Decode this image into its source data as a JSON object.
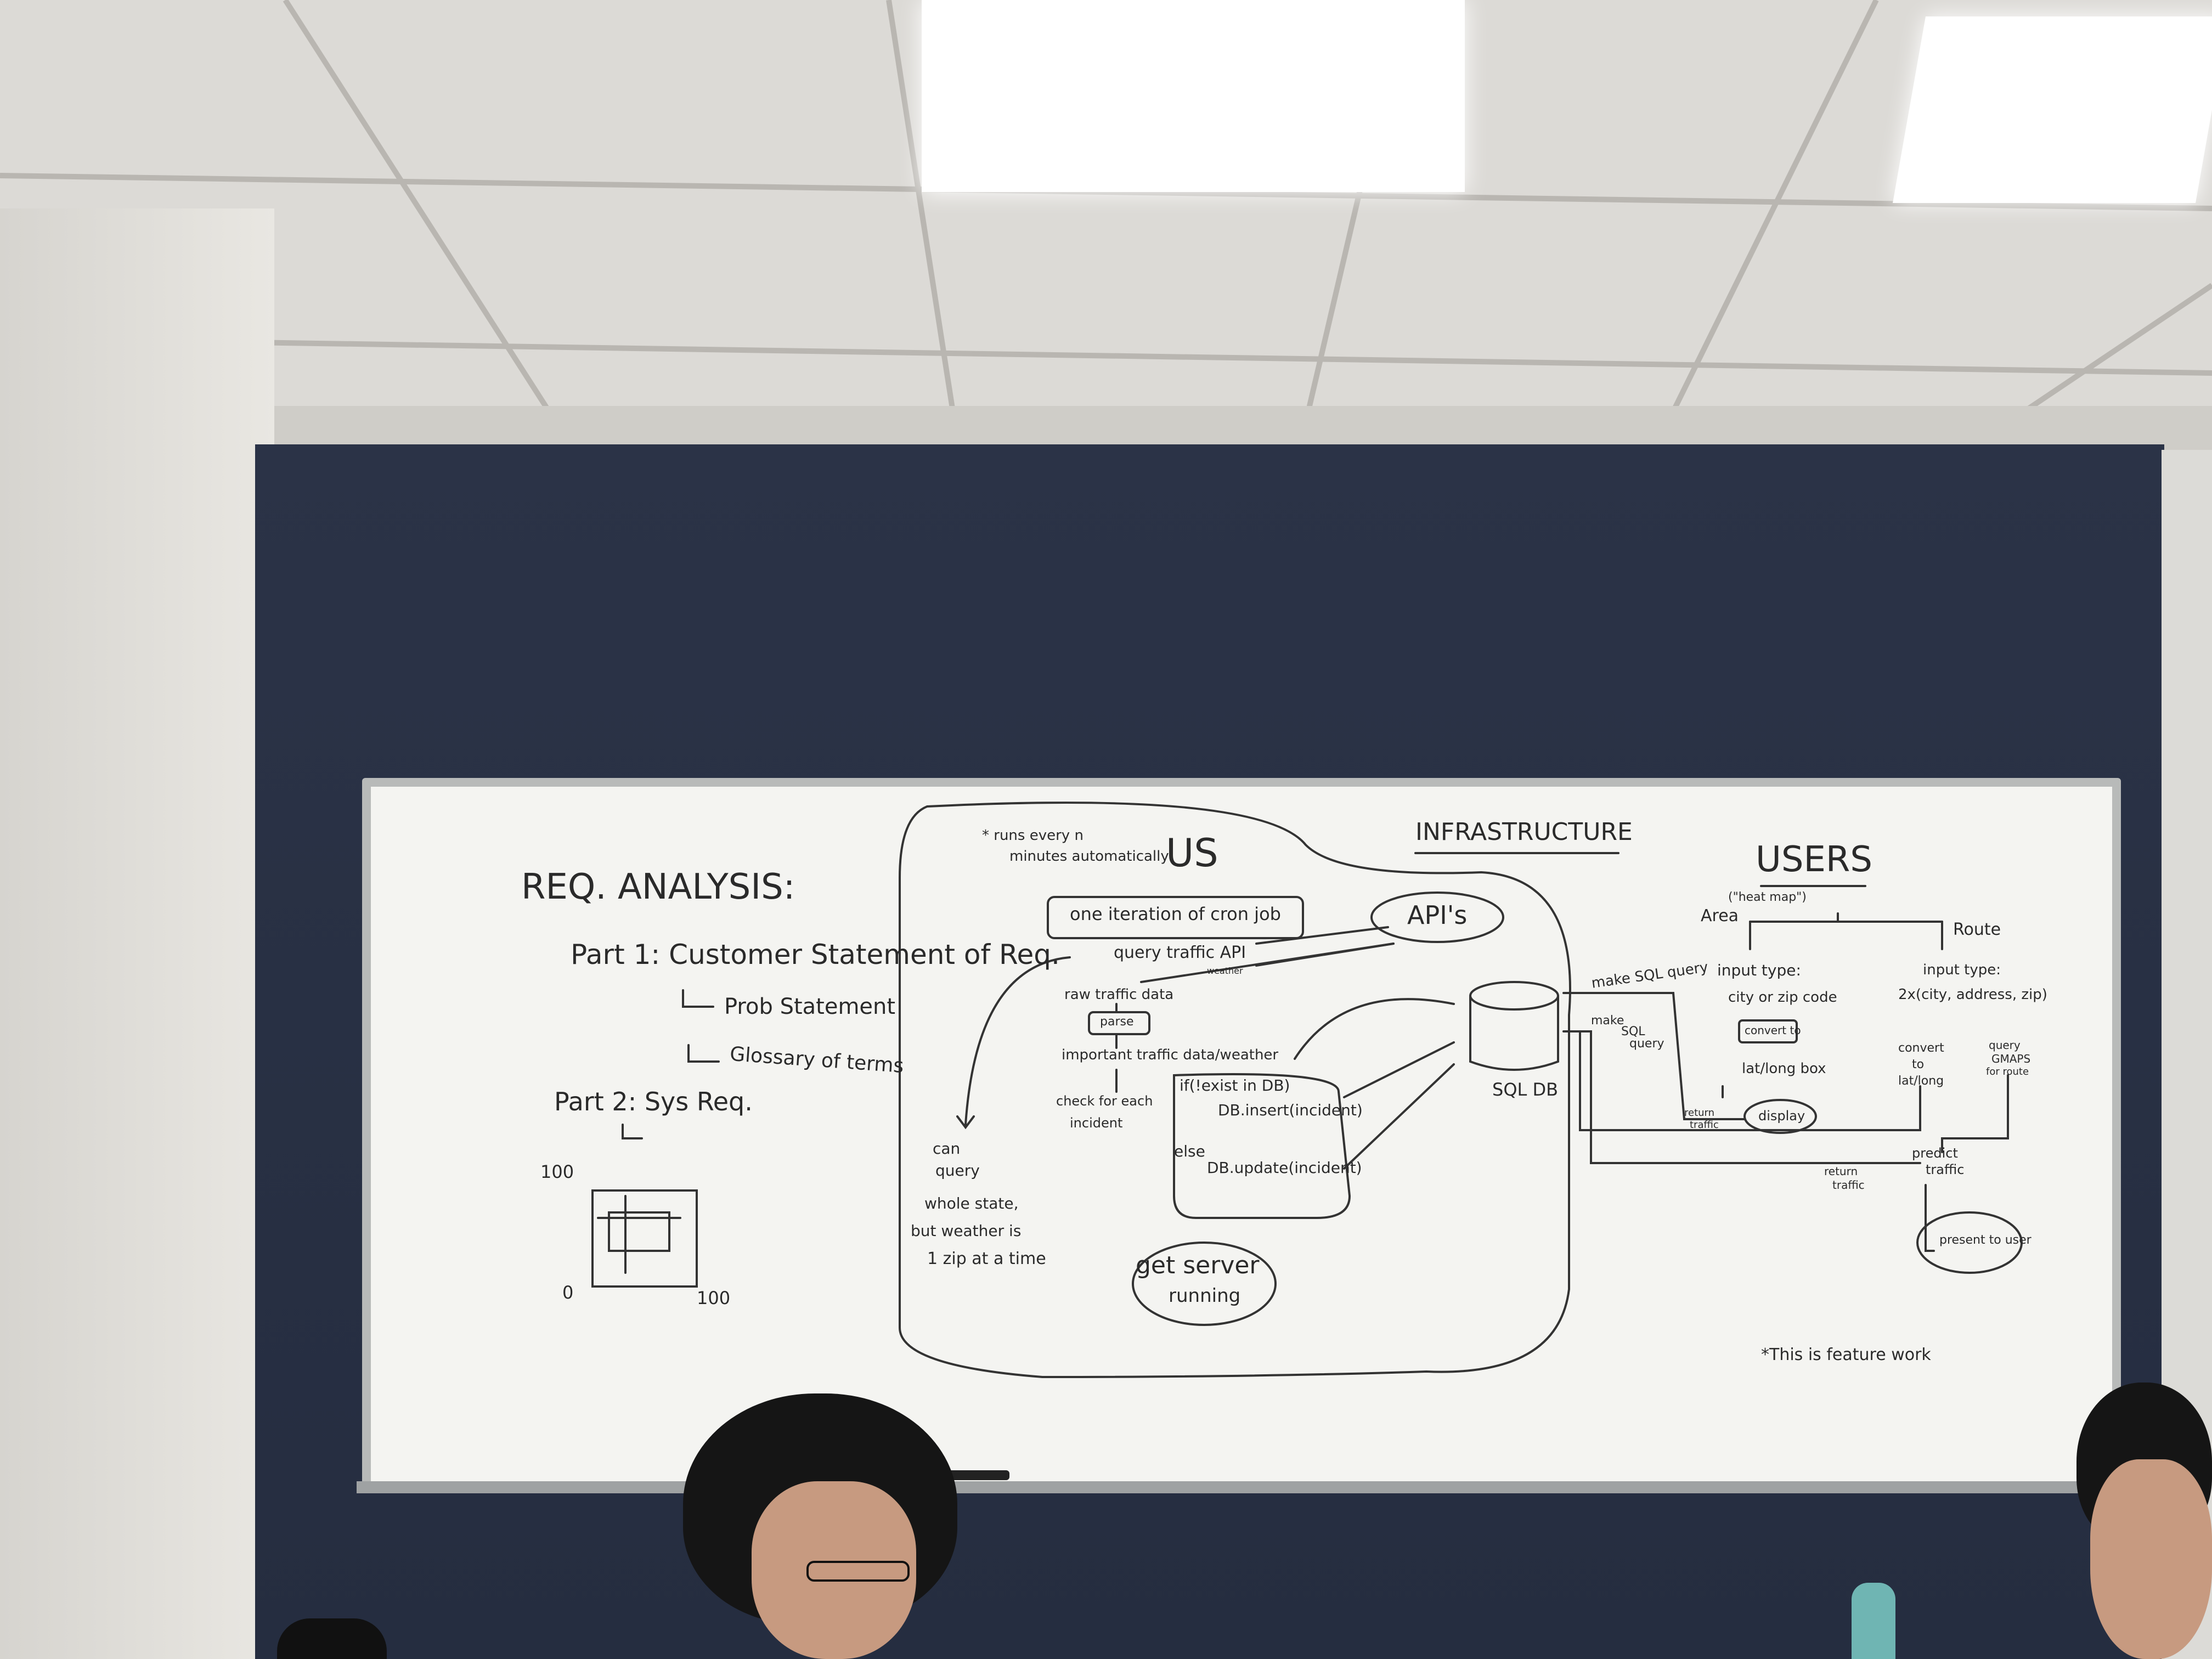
{
  "whiteboard": {
    "left_section": {
      "title": "REQ. ANALYSIS:",
      "part1": "Part 1:  Customer Statement of Req.",
      "sub1": "Prob Statement",
      "sub2": "Glossary of terms",
      "part2": "Part 2:  Sys Req.",
      "graph_label_100_top": "100",
      "graph_label_0": "0",
      "graph_label_100_right": "100"
    },
    "us_section": {
      "note": "* runs every n",
      "note2": "minutes automatically",
      "title": "US",
      "cron": "one iteration of cron job",
      "query": "query traffic API",
      "weather": "weather",
      "apis": "API's",
      "raw": "raw traffic data",
      "parse": "parse",
      "important": "important traffic data/weather",
      "check": "check for each",
      "incident": "incident",
      "if_line": "if(!exist in DB)",
      "insert": "DB.insert(incident)",
      "else": "else",
      "update": "DB.update(incident)",
      "can1": "can",
      "can2": "query",
      "can3": "whole state,",
      "can4": "but weather is",
      "can5": "1 zip at a time",
      "server1": "get server",
      "server2": "running",
      "sqldb": "SQL DB"
    },
    "infrastructure": "INFRASTRUCTURE",
    "users_section": {
      "title": "USERS",
      "area": "Area",
      "heatmap": "(\"heat map\")",
      "route": "Route",
      "make_sql1": "make SQL query",
      "make_sql2": "make",
      "make_sql3": "SQL",
      "make_sql4": "query",
      "input_type1": "input type:",
      "input_type1b": "city or zip code",
      "convert_to": "convert to",
      "latlong_box": "lat/long box",
      "input_type2": "input type:",
      "input_type2b": "2x(city, address, zip)",
      "convert": "convert",
      "to": "to",
      "latlong": "lat/long",
      "query_gmaps1": "query",
      "query_gmaps2": "GMAPS",
      "query_gmaps3": "for route",
      "return_traffic1": "return",
      "return_traffic2": "traffic",
      "display": "display",
      "return2a": "return",
      "return2b": "traffic",
      "predict1": "predict",
      "predict2": "traffic",
      "present": "present to user",
      "feature": "*This is feature work"
    }
  }
}
